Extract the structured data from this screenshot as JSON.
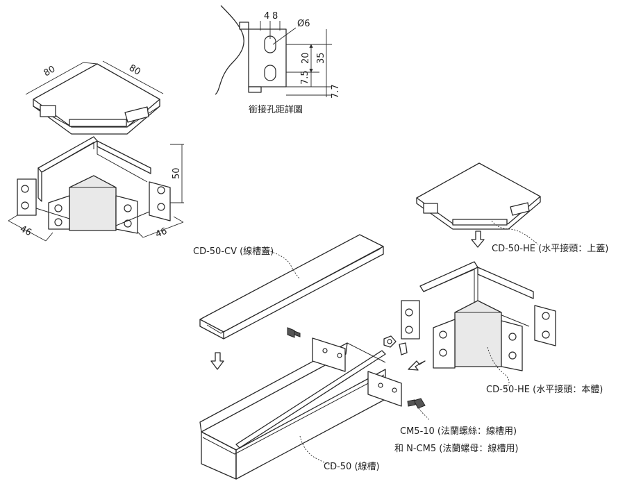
{
  "dimensions": {
    "cover_side_a": "80",
    "cover_side_b": "80",
    "body_height": "50",
    "body_side_a": "46",
    "body_side_b": "46"
  },
  "hole_detail": {
    "spacing_left": "4",
    "spacing_right": "8",
    "hole_diameter": "Ø6",
    "hole_pitch": "20",
    "total_height": "35",
    "lower_offset": "7.5",
    "edge_offset": "7.7",
    "caption": "銜接孔距詳圖"
  },
  "labels": {
    "cover_part": "CD-50-CV (線槽蓋)",
    "he_top": "CD-50-HE (水平接頭：上蓋)",
    "he_body": "CD-50-HE (水平接頭：本體)",
    "screw": "CM5-10 (法蘭螺絲：線槽用)",
    "nut": "和 N-CM5 (法蘭螺母：線槽用)",
    "duct": "CD-50 (線槽)"
  }
}
